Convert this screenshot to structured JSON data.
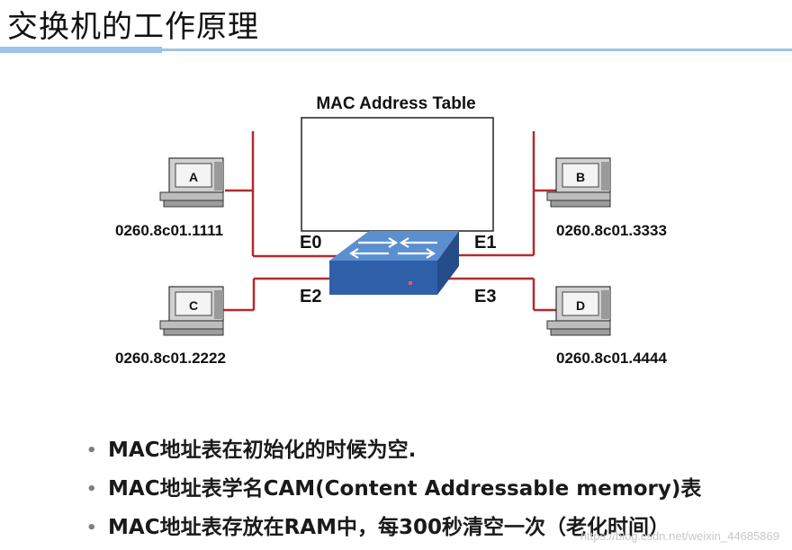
{
  "title": "交换机的工作原理",
  "diagram": {
    "table_title": "MAC Address Table",
    "hosts": [
      {
        "label": "A",
        "mac": "0260.8c01.1111",
        "port": "E0"
      },
      {
        "label": "B",
        "mac": "0260.8c01.3333",
        "port": "E1"
      },
      {
        "label": "C",
        "mac": "0260.8c01.2222",
        "port": "E2"
      },
      {
        "label": "D",
        "mac": "0260.8c01.4444",
        "port": "E3"
      }
    ]
  },
  "bullets": [
    {
      "text": "MAC地址表在初始化的时候为空."
    },
    {
      "text": "MAC地址表学名CAM(Content Addressable memory)表"
    },
    {
      "text": "MAC地址表存放在RAM中，每300秒清空一次（老化时间）"
    }
  ],
  "watermark": "https://blog.csdn.net/weixin_44685869",
  "colors": {
    "link": "#b22a2f",
    "switch_top": "#5b8fd0",
    "switch_side": "#2e5fa8",
    "rule": "#9dc3e6"
  }
}
